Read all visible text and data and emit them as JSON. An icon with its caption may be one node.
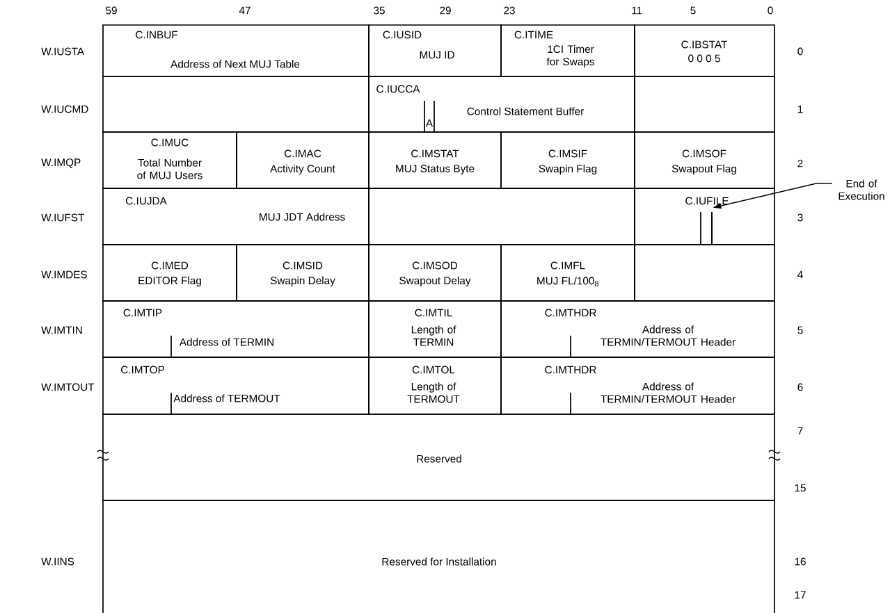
{
  "diagram": {
    "nodes": [
      {
        "text": [
          "C.INBUF",
          "Address of Next MUJ Table"
        ]
      },
      {
        "text": [
          "C.IUSID",
          "MUJ ID"
        ]
      },
      {
        "text": [
          "C.ITIME",
          "1CI Timer for Swaps"
        ]
      },
      {
        "text": [
          "C.IBSTAT",
          "0 0 0 5"
        ]
      },
      {
        "text": [],
        "shape": "box"
      },
      {
        "text": [
          "C.IUCCA",
          "A",
          "Control Statement Buffer"
        ]
      },
      {
        "text": [],
        "shape": "box"
      },
      {
        "text": [
          "C.IMUC",
          "Total Number of MUJ Users"
        ]
      },
      {
        "text": [
          "C.IMAC",
          "Activity Count"
        ]
      },
      {
        "text": [
          "C.IMSTAT",
          "MUJ Status Byte"
        ]
      },
      {
        "text": [
          "C.IMSIF",
          "Swapin Flag"
        ]
      },
      {
        "text": [
          "C.IMSOF",
          "Swapout Flag"
        ]
      },
      {
        "text": [
          "C.IUJDA",
          "MUJ JDT Address"
        ]
      },
      {
        "text": [],
        "shape": "box"
      },
      {
        "text": [
          "C.IUFILE"
        ]
      },
      {
        "text": [],
        "shape": "bar",
        "in": 14
      },
      {
        "text": [
          "C.IMED",
          "EDITOR Flag"
        ]
      },
      {
        "text": [
          "C.IMSID",
          "Swapin Delay"
        ]
      },
      {
        "text": [
          "C.IMSOD",
          "Swapout Delay"
        ]
      },
      {
        "text": [
          "C.IMFL",
          "MUJ FL/100$_{8}$"
        ]
      },
      {
        "text": [],
        "shape": "box"
      },
      {
        "text": [
          "C.IMTIP",
          "Address of TERMIN"
        ]
      },
      {
        "text": [
          "C.IMTIL",
          "Length of TERMIN"
        ]
      },
      {
        "text": [
          "C.IMTHDR",
          "Address of TERMIN/TERMOUT Header"
        ]
      },
      {
        "text": [
          "C.IMTOP",
          "Address of TERMOUT"
        ]
      },
      {
        "text": [
          "C.IMTOL",
          "Length of TERMOUT"
        ]
      },
      {
        "text": [
          "C.IMTHDR",
          "Address of TERMIN/TERMOUT Header"
        ]
      },
      {
        "text": [
          "Reserved"
        ]
      },
      {
        "text": [
          "Reserved for Installation"
        ]
      },
      {
        "text": [
          "End of Execution"
        ]
      }
    ],
    "edges": [
      {
        "from": 29,
        "to": 15,
        "arrow": "to"
      }
    ],
    "labels": [
      "59",
      "47",
      "35",
      "29",
      "23",
      "11",
      "5",
      "0",
      "W.IUSTA",
      "0",
      "W.IUCMD",
      "1",
      "W.IMQP",
      "2",
      "W.IUFST",
      "3",
      "W.IMDES",
      "4",
      "W.IMTIN",
      "5",
      "W.IMTOUT",
      "6",
      "7",
      "15",
      "W.IINS",
      "16",
      "17"
    ]
  }
}
